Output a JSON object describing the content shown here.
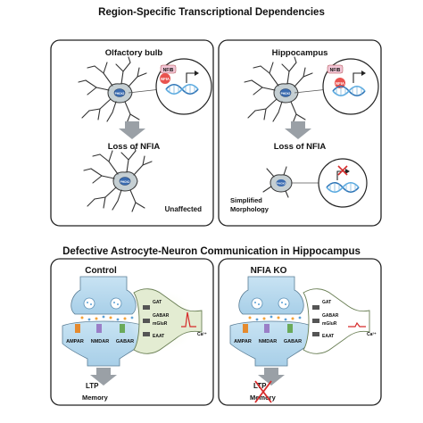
{
  "top_section": {
    "title": "Region-Specific Transcriptional Dependencies",
    "olfactory": {
      "title": "Olfactory bulb",
      "nucleus_label": "PHOX2",
      "tf_labels": [
        "NFIB",
        "NFIA"
      ],
      "loss_label": "Loss of NFIA",
      "outcome": "Unaffected"
    },
    "hippocampus": {
      "title": "Hippocampus",
      "nucleus_label": "PHOX2",
      "tf_labels": [
        "NFIB",
        "NFIA"
      ],
      "loss_label": "Loss of NFIA",
      "outcome_line1": "Simplified",
      "outcome_line2": "Morphology"
    }
  },
  "bottom_section": {
    "title": "Defective Astrocyte-Neuron Communication in Hippocampus",
    "control": {
      "title": "Control",
      "receptors": [
        "AMPAR",
        "NMDAR",
        "GABAR"
      ],
      "astro_labels": [
        "GAT",
        "GABAR",
        "mGluR",
        "EAAT"
      ],
      "calcium": "Ca²⁺",
      "ltp": "LTP",
      "memory": "Memory"
    },
    "nfia_ko": {
      "title": "NFIA KO",
      "receptors": [
        "AMPAR",
        "NMDAR",
        "GABAR"
      ],
      "astro_labels": [
        "GAT",
        "GABAR",
        "mGluR",
        "EAAT"
      ],
      "calcium": "Ca²⁺",
      "ltp": "LTP",
      "memory": "Memory"
    }
  },
  "colors": {
    "neuron_fill": "#c5cfd3",
    "nucleus": "#3a6bb0",
    "arrow_gray": "#9aa0a6",
    "synapse_blue": "#b9d9ee",
    "astrocyte_fill": "#e3ecd2",
    "astrocyte_glow": "#c9e29a",
    "knockout_red": "#d62b2b"
  }
}
